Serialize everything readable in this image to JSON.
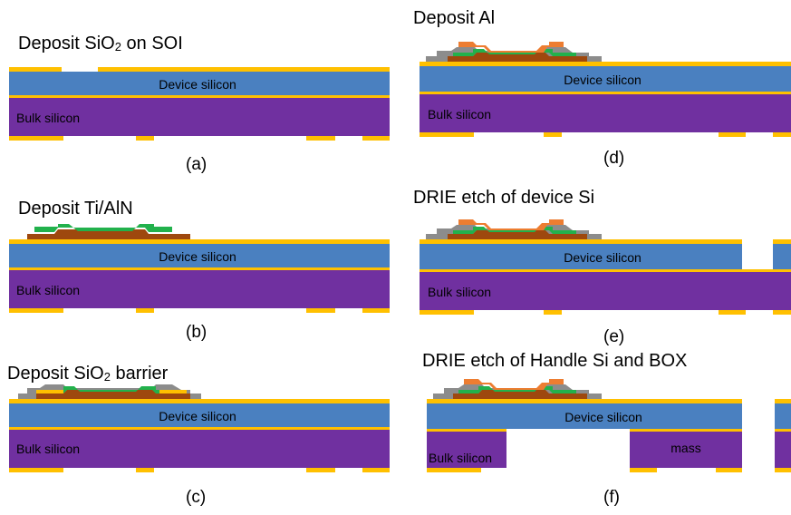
{
  "steps": {
    "a": {
      "title_pre": "Deposit SiO",
      "title_sub": "2",
      "title_post": " on SOI",
      "caption": "(a)"
    },
    "b": {
      "title": "Deposit Ti/AlN",
      "caption": "(b)"
    },
    "c": {
      "title_pre": "Deposit SiO",
      "title_sub": "2",
      "title_post": " barrier",
      "caption": "(c)"
    },
    "d": {
      "title": "Deposit Al",
      "caption": "(d)"
    },
    "e": {
      "title": "DRIE etch of device Si",
      "caption": "(e)"
    },
    "f": {
      "title": "DRIE etch of Handle Si and BOX",
      "caption": "(f)"
    }
  },
  "layers": {
    "device": "Device silicon",
    "bulk": "Bulk silicon",
    "mass": "mass"
  },
  "colors": {
    "device": "#4a80c0",
    "bulk": "#7030a0",
    "oxide": "#ffc000",
    "ti": "#9e480e",
    "aln": "#22b14c",
    "al": "#ed7d31",
    "sio2_barrier": "#8c8c8c",
    "text": "#000000"
  }
}
